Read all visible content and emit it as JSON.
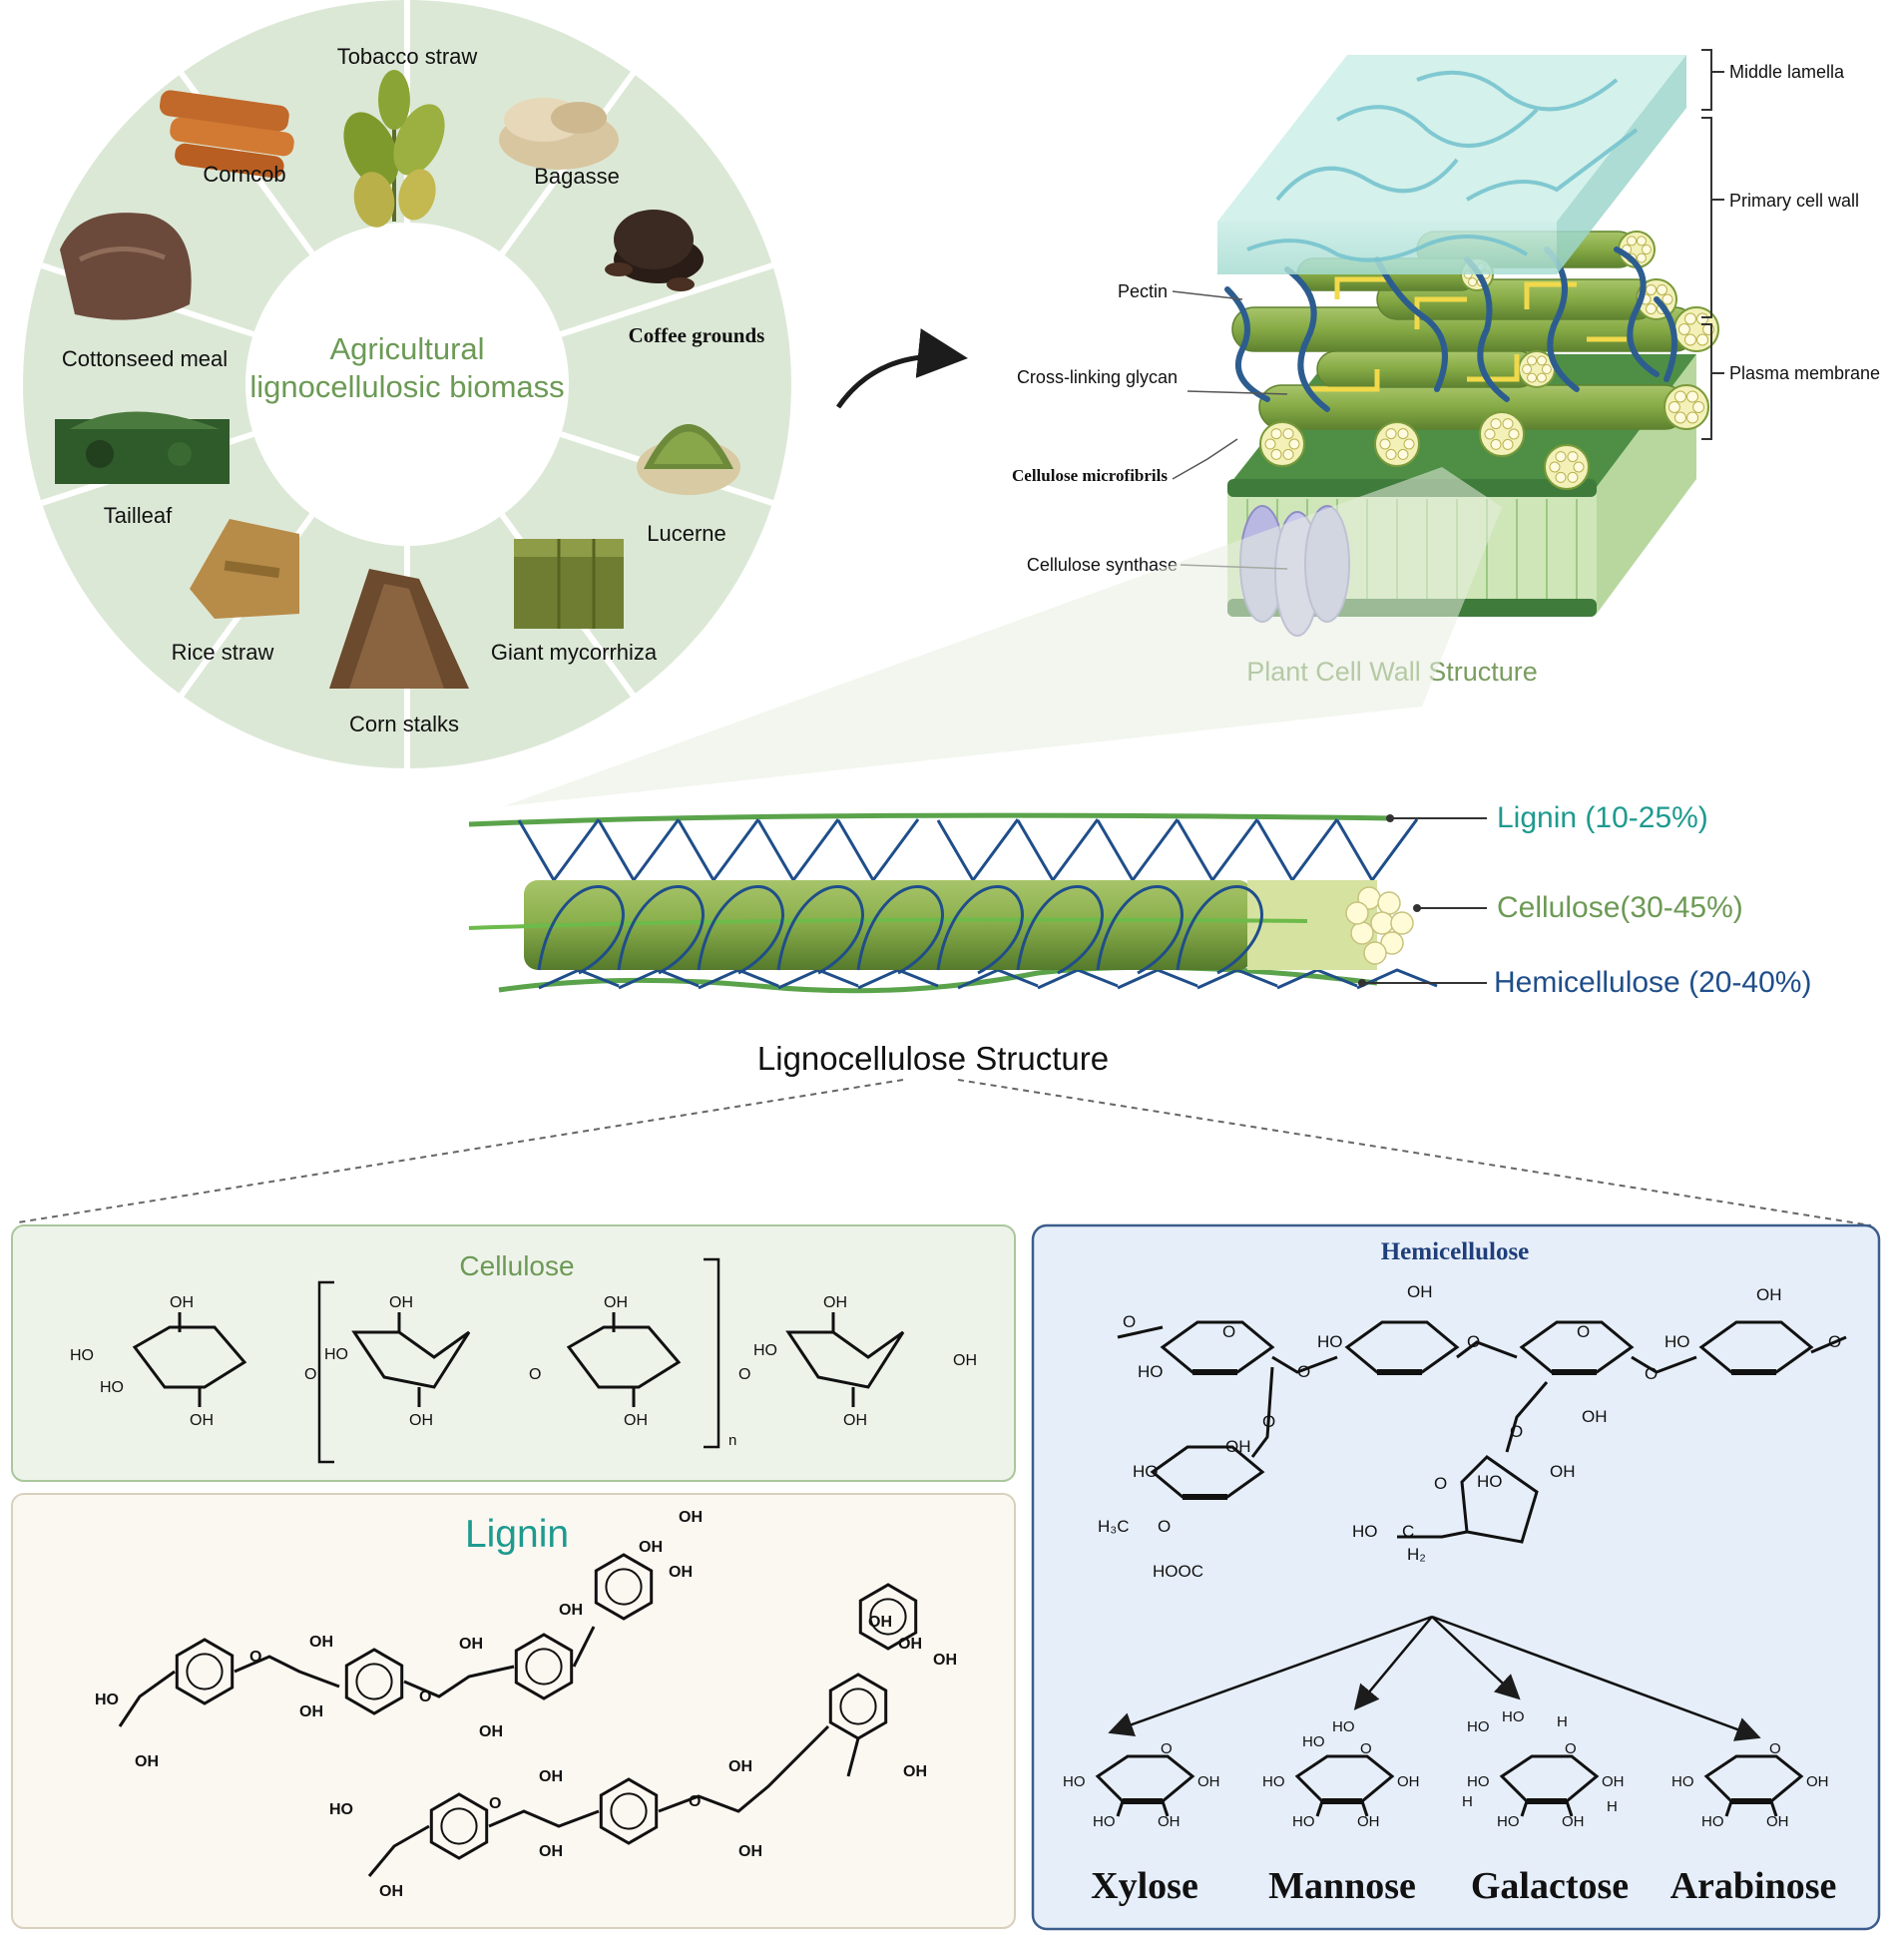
{
  "biomass_wheel": {
    "center_line1": "Agricultural",
    "center_line2": "lignocellulosic biomass",
    "items": [
      {
        "label": "Tobacco straw",
        "icon": "tobacco-leaf-icon"
      },
      {
        "label": "Bagasse",
        "icon": "bagasse-pile-icon"
      },
      {
        "label": "Coffee grounds",
        "icon": "coffee-puck-icon"
      },
      {
        "label": "Lucerne",
        "icon": "lucerne-basket-icon"
      },
      {
        "label": "Giant mycorrhiza",
        "icon": "hay-bale-icon"
      },
      {
        "label": "Corn stalks",
        "icon": "corn-stalk-bundle-icon"
      },
      {
        "label": "Rice straw",
        "icon": "straw-bundle-icon"
      },
      {
        "label": "Tailleaf",
        "icon": "dried-leaves-icon"
      },
      {
        "label": "Cottonseed meal",
        "icon": "seed-cake-icon"
      },
      {
        "label": "Corncob",
        "icon": "corncob-icon"
      }
    ]
  },
  "cell_wall": {
    "title": "Plant Cell Wall Structure",
    "labels": {
      "middle_lamella": "Middle lamella",
      "primary_cell_wall": "Primary cell wall",
      "plasma_membrane": "Plasma membrane",
      "pectin": "Pectin",
      "cross_linking_glycan": "Cross-linking glycan",
      "cellulose_microfibrils": "Cellulose microfibrils",
      "cellulose_synthase": "Cellulose synthase"
    }
  },
  "lignocellulose": {
    "title": "Lignocellulose Structure",
    "lignin": "Lignin (10-25%)",
    "cellulose": "Cellulose(30-45%)",
    "hemicellulose": "Hemicellulose (20-40%)"
  },
  "cellulose_panel": {
    "title": "Cellulose",
    "repeat_n": "n"
  },
  "lignin_panel": {
    "title": "Lignin"
  },
  "hemicellulose_panel": {
    "title": "Hemicellulose",
    "sugars": [
      "Xylose",
      "Mannose",
      "Galactose",
      "Arabinose"
    ]
  },
  "colors": {
    "wheel_fill": "#dce8d6",
    "green_text": "#6c9a55",
    "teal_text": "#1e9a8f",
    "navy": "#1f4e8a",
    "cellulose_panel_bg": "#eef3ea",
    "lignin_panel_bg": "#fbf8f1",
    "hemi_panel_bg": "#e6eef9"
  }
}
